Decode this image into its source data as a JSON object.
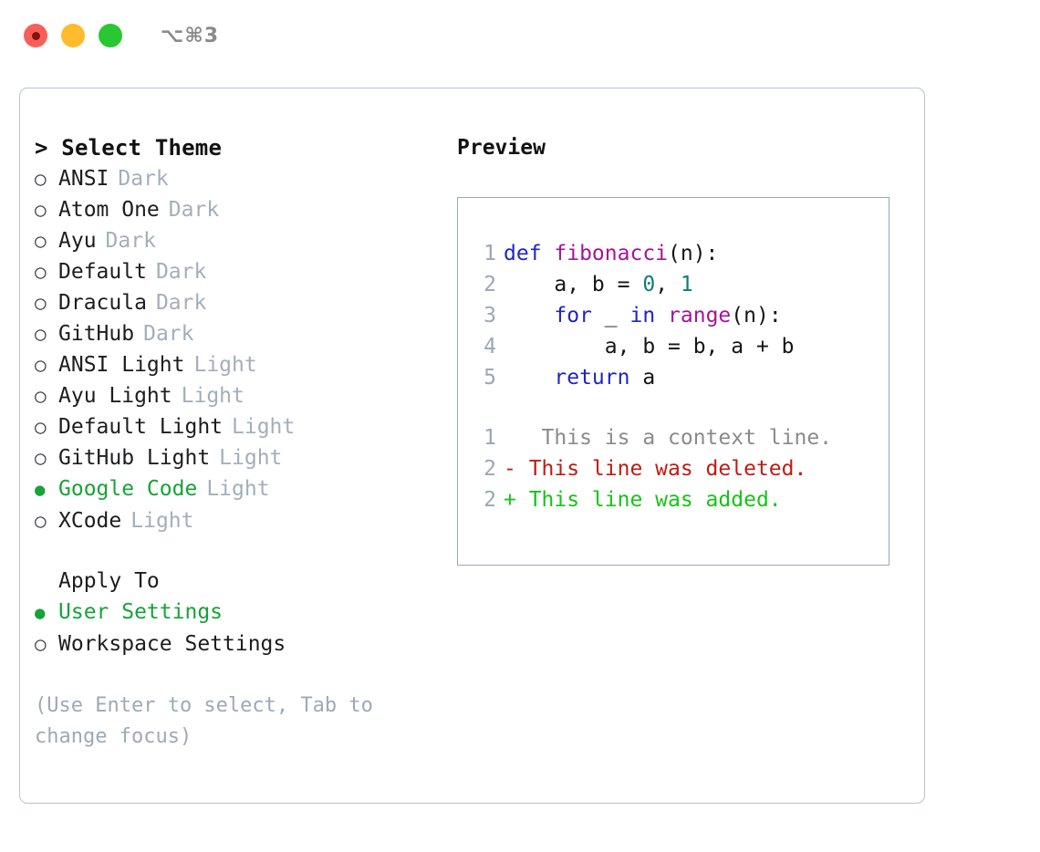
{
  "titlebar": {
    "dots": [
      "close-red",
      "minimize-yellow",
      "maximize-green"
    ],
    "shortcut": "⌥⌘3"
  },
  "theme_panel": {
    "header": "> Select Theme",
    "marker_unselected": "○",
    "marker_selected": "●",
    "items": [
      {
        "name": "ANSI",
        "kind": "Dark",
        "selected": false
      },
      {
        "name": "Atom One",
        "kind": "Dark",
        "selected": false
      },
      {
        "name": "Ayu",
        "kind": "Dark",
        "selected": false
      },
      {
        "name": "Default",
        "kind": "Dark",
        "selected": false
      },
      {
        "name": "Dracula",
        "kind": "Dark",
        "selected": false
      },
      {
        "name": "GitHub",
        "kind": "Dark",
        "selected": false
      },
      {
        "name": "ANSI Light",
        "kind": "Light",
        "selected": false
      },
      {
        "name": "Ayu Light",
        "kind": "Light",
        "selected": false
      },
      {
        "name": "Default Light",
        "kind": "Light",
        "selected": false
      },
      {
        "name": "GitHub Light",
        "kind": "Light",
        "selected": false
      },
      {
        "name": "Google Code",
        "kind": "Light",
        "selected": true
      },
      {
        "name": "XCode",
        "kind": "Light",
        "selected": false
      }
    ]
  },
  "apply_to": {
    "header": "Apply To",
    "items": [
      {
        "name": "User Settings",
        "selected": true
      },
      {
        "name": "Workspace Settings",
        "selected": false
      }
    ]
  },
  "hint": "(Use Enter to select, Tab to change focus)",
  "preview": {
    "title": "Preview",
    "code_lines": [
      {
        "num": "1",
        "tokens": [
          {
            "t": "def ",
            "c": "kw"
          },
          {
            "t": "fibonacci",
            "c": "fn"
          },
          {
            "t": "(n):",
            "c": "txt"
          }
        ]
      },
      {
        "num": "2",
        "tokens": [
          {
            "t": "    a, b = ",
            "c": "txt"
          },
          {
            "t": "0",
            "c": "num"
          },
          {
            "t": ", ",
            "c": "txt"
          },
          {
            "t": "1",
            "c": "num"
          }
        ]
      },
      {
        "num": "3",
        "tokens": [
          {
            "t": "    ",
            "c": "txt"
          },
          {
            "t": "for",
            "c": "kw"
          },
          {
            "t": " _ ",
            "c": "txt"
          },
          {
            "t": "in",
            "c": "kw"
          },
          {
            "t": " ",
            "c": "txt"
          },
          {
            "t": "range",
            "c": "fn"
          },
          {
            "t": "(n):",
            "c": "txt"
          }
        ]
      },
      {
        "num": "4",
        "tokens": [
          {
            "t": "        a, b = b, a + b",
            "c": "txt"
          }
        ]
      },
      {
        "num": "5",
        "tokens": [
          {
            "t": "    ",
            "c": "txt"
          },
          {
            "t": "return",
            "c": "kw"
          },
          {
            "t": " a",
            "c": "txt"
          }
        ]
      }
    ],
    "diff_lines": [
      {
        "num": "1",
        "marker": " ",
        "text": "  This is a context line.",
        "kind": "ctx"
      },
      {
        "num": "2",
        "marker": "-",
        "text": " This line was deleted.",
        "kind": "del"
      },
      {
        "num": "2",
        "marker": "+",
        "text": " This line was added.",
        "kind": "add"
      }
    ]
  },
  "colors": {
    "accent_green": "#16a338",
    "muted": "#a4aebb",
    "border": "#b9c2cd",
    "preview_border": "#9aa7b6",
    "keyword": "#2024c4",
    "function": "#a3159a",
    "number": "#0f7f76",
    "diff_delete": "#c01b12",
    "diff_add": "#16c416"
  }
}
